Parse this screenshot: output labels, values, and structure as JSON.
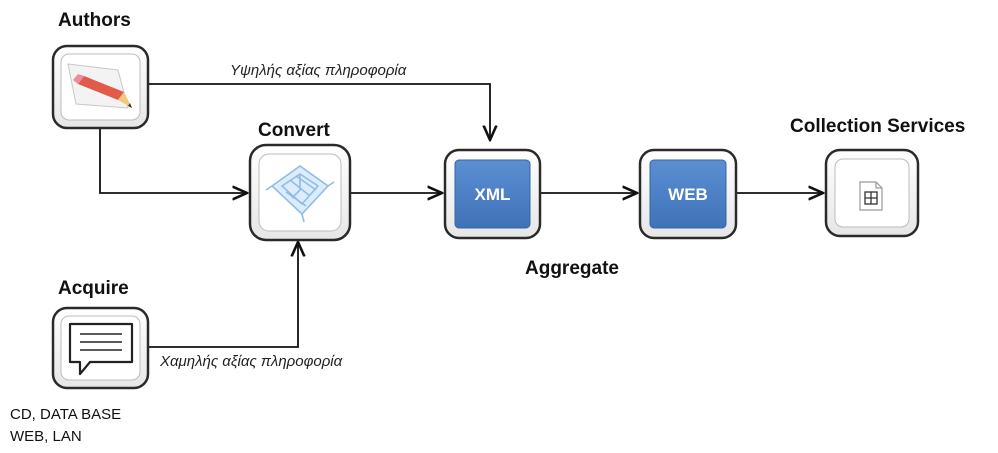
{
  "nodes": {
    "authors": {
      "label": "Authors",
      "icon": "pencil-paper-icon"
    },
    "convert": {
      "label": "Convert",
      "icon": "circuit-board-icon"
    },
    "xml": {
      "text": "XML"
    },
    "web": {
      "text": "WEB"
    },
    "collection": {
      "label": "Collection Services",
      "icon": "document-grid-icon"
    },
    "acquire": {
      "label": "Acquire",
      "icon": "speech-bubble-icon"
    },
    "aggregate": {
      "label": "Aggregate"
    }
  },
  "edges": {
    "high_value": "Υψηλής αξίας πληροφορία",
    "low_value": "Χαμηλής αξίας πληροφορία"
  },
  "sources": {
    "line1": "CD, DATA BASE",
    "line2": "WEB, LAN"
  },
  "colors": {
    "tile_blue": "#4a7fc4",
    "arrow": "#111111",
    "frame_border": "#2a2a2a"
  }
}
